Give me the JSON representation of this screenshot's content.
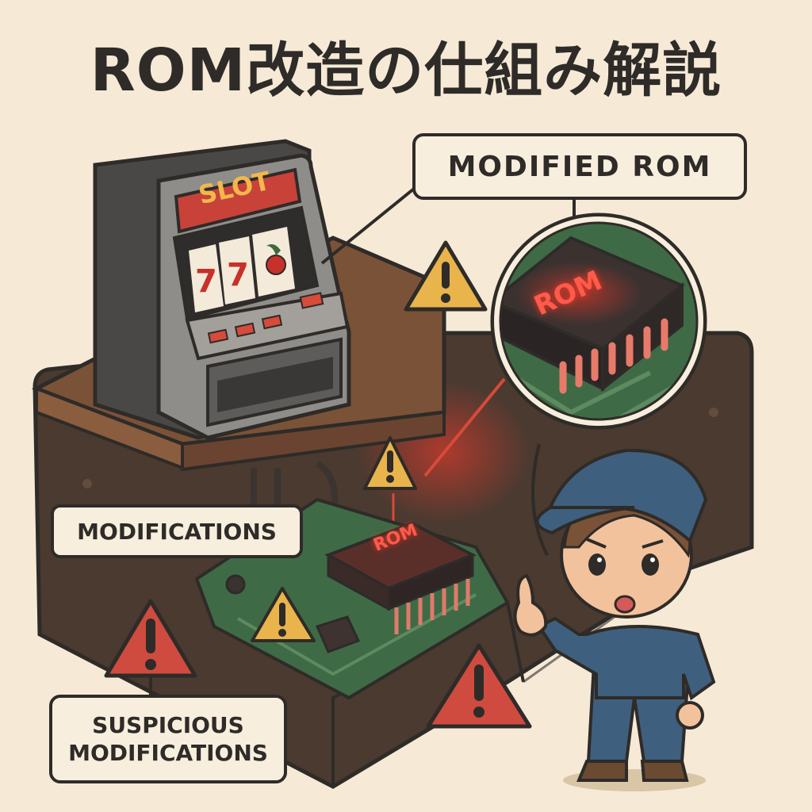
{
  "title": "ROM改造の仕組み解説",
  "callouts": {
    "modified_rom": "MODIFIED ROM",
    "modifications": "MODIFICATIONS",
    "suspicious_line1": "SUSPICIOUS",
    "suspicious_line2": "MODIFICATIONS"
  },
  "slot_machine": {
    "sign": "SLOT",
    "reels": [
      "7",
      "7",
      "cherry"
    ]
  },
  "chips": {
    "magnified_label": "ROM",
    "board_label": "ROM"
  },
  "warning_icons": [
    {
      "color": "yellow",
      "position": "upper-center"
    },
    {
      "color": "yellow",
      "position": "above-board-rom"
    },
    {
      "color": "yellow",
      "position": "on-board"
    },
    {
      "color": "red",
      "position": "left"
    },
    {
      "color": "red",
      "position": "lower-center"
    }
  ],
  "colors": {
    "background": "#f6ead6",
    "outline": "#2e2b28",
    "soil": "#4a3a30",
    "table_top": "#7a5237",
    "pcb": "#3f6a46",
    "chip_glow": "#ff4a3a",
    "warning_yellow": "#e9b44c",
    "warning_red": "#cf4b3f",
    "uniform_blue": "#3f5f7e"
  }
}
